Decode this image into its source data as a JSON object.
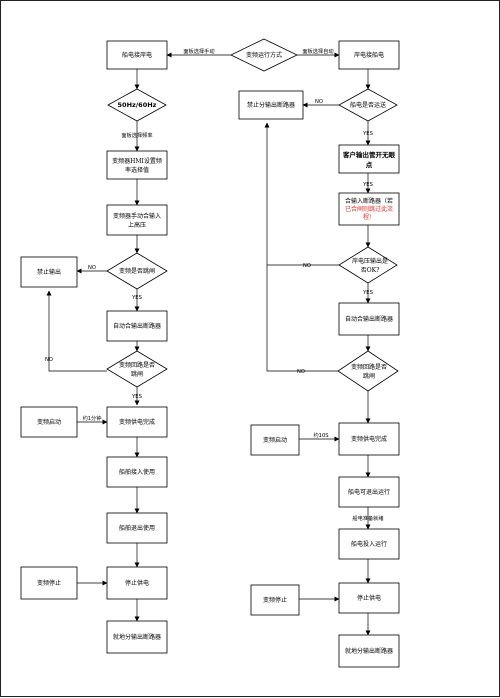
{
  "diagram": {
    "top": {
      "shore_to_ship": "船电接岸电",
      "method": "变频运行方式",
      "manual_sel": "面板选择手动",
      "auto_sel": "面板选择自动",
      "ship_to_shore": "岸电接船电"
    },
    "left": {
      "freq": "50Hz/60Hz",
      "panel_freq": "面板选择频率",
      "hmi_sel_1": "变频器HMI设置频",
      "hmi_sel_2": "率选择值",
      "manual_in_1": "变频器手动合输入",
      "manual_in_2": "上高压",
      "fault_q": "变频是否跳闸",
      "forbid_out": "禁止输出",
      "no": "NO",
      "yes": "YES",
      "auto_close": "自动合输出断路器",
      "circuit_q_1": "变频回路是否",
      "circuit_q_2": "跳闸",
      "vfd_start": "变频启动",
      "approx_min": "约1分钟",
      "power_done": "变频供电完成",
      "ship_in": "船舶接入使用",
      "ship_out": "船舶退出使用",
      "vfd_stop": "变频停止",
      "stop_supply": "停止供电",
      "local_open": "就地分输出断路器"
    },
    "right": {
      "forbid_open": "禁止分输出断路器",
      "ship_q": "船电是否运送",
      "no": "NO",
      "yes": "YES",
      "customer_1": "客户输出管开无眼",
      "customer_2": "点",
      "close_in_1": "合输入断路器（若",
      "close_in_2": "已合闸则跳过此流",
      "close_in_3": "程）",
      "volt_q_1": "岸电压输出是",
      "volt_q_2": "否OK?",
      "auto_close": "自动合输出断路器",
      "circuit_q_1": "变频回路是否",
      "circuit_q_2": "跳闸",
      "vfd_start": "变频启动",
      "approx_10s": "约10S",
      "power_done": "变频供电完成",
      "ship_exit": "船电可退出运行",
      "ship_ready": "船电准备就绪",
      "ship_run": "船电投入运行",
      "vfd_stop": "变频停止",
      "stop_supply": "停止供电",
      "local_open": "就地分输出断路器"
    }
  }
}
